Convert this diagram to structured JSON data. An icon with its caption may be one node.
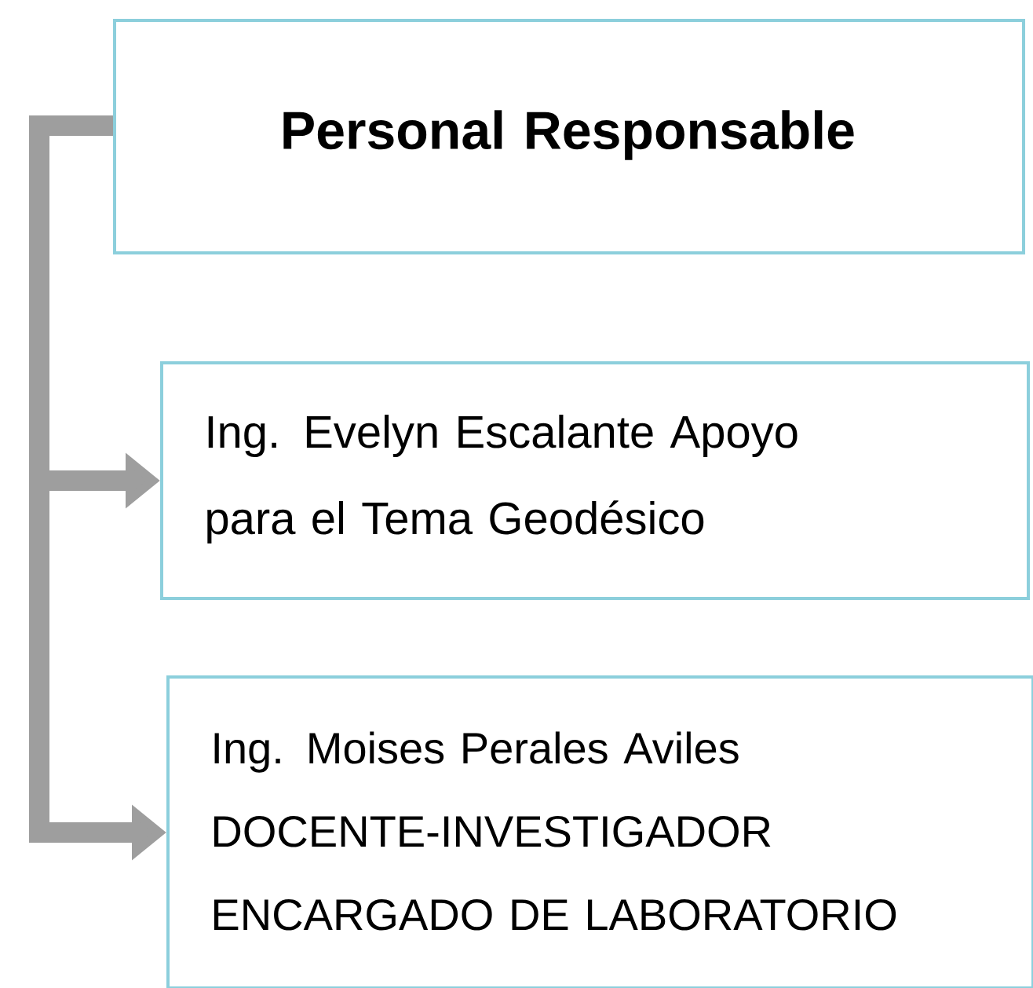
{
  "diagram": {
    "nodes": [
      {
        "text": [
          "Personal Responsable"
        ]
      },
      {
        "text": [
          "Ing. Evelyn Escalante Apoyo para el Tema Geodésico"
        ]
      },
      {
        "text": [
          "Ing. Moises Perales Aviles DOCENTE-INVESTIGADOR ENCARGADO DE LABORATORIO"
        ]
      }
    ],
    "edges": [
      {
        "from": 0,
        "to": 1,
        "arrow": "to"
      },
      {
        "from": 0,
        "to": 2,
        "arrow": "to"
      }
    ]
  }
}
